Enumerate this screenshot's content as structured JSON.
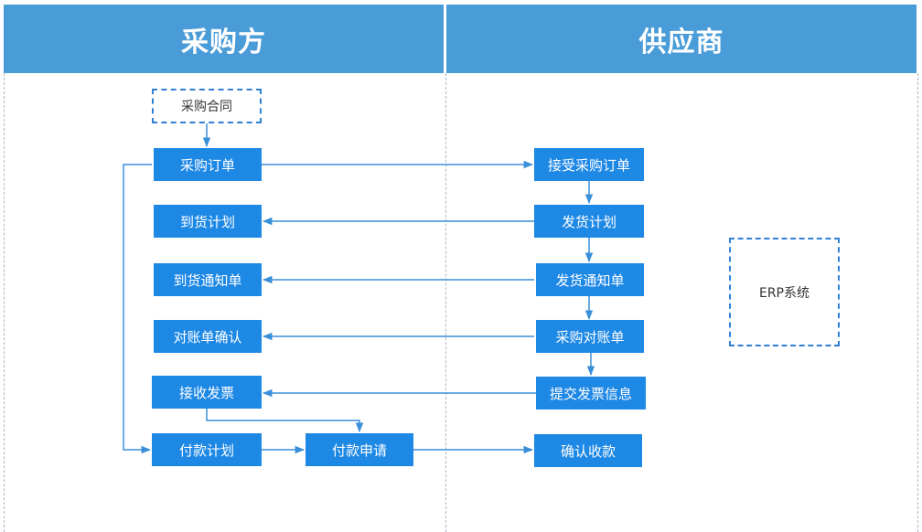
{
  "lanes": {
    "buyer": "采购方",
    "supplier": "供应商"
  },
  "nodes": {
    "contract": "采购合同",
    "purchase_order": "采购订单",
    "arrival_plan": "到货计划",
    "arrival_notice": "到货通知单",
    "statement_confirm": "对账单确认",
    "receive_invoice": "接收发票",
    "payment_plan": "付款计划",
    "payment_request": "付款申请",
    "accept_order": "接受采购订单",
    "ship_plan": "发货计划",
    "ship_notice": "发货通知单",
    "purchase_statement": "采购对账单",
    "submit_invoice": "提交发票信息",
    "confirm_receipt": "确认收款"
  },
  "legend": {
    "erp": "ERP系统"
  },
  "colors": {
    "header": "#4a9cd8",
    "box": "#1e88e5",
    "line": "#3a8fd9"
  }
}
